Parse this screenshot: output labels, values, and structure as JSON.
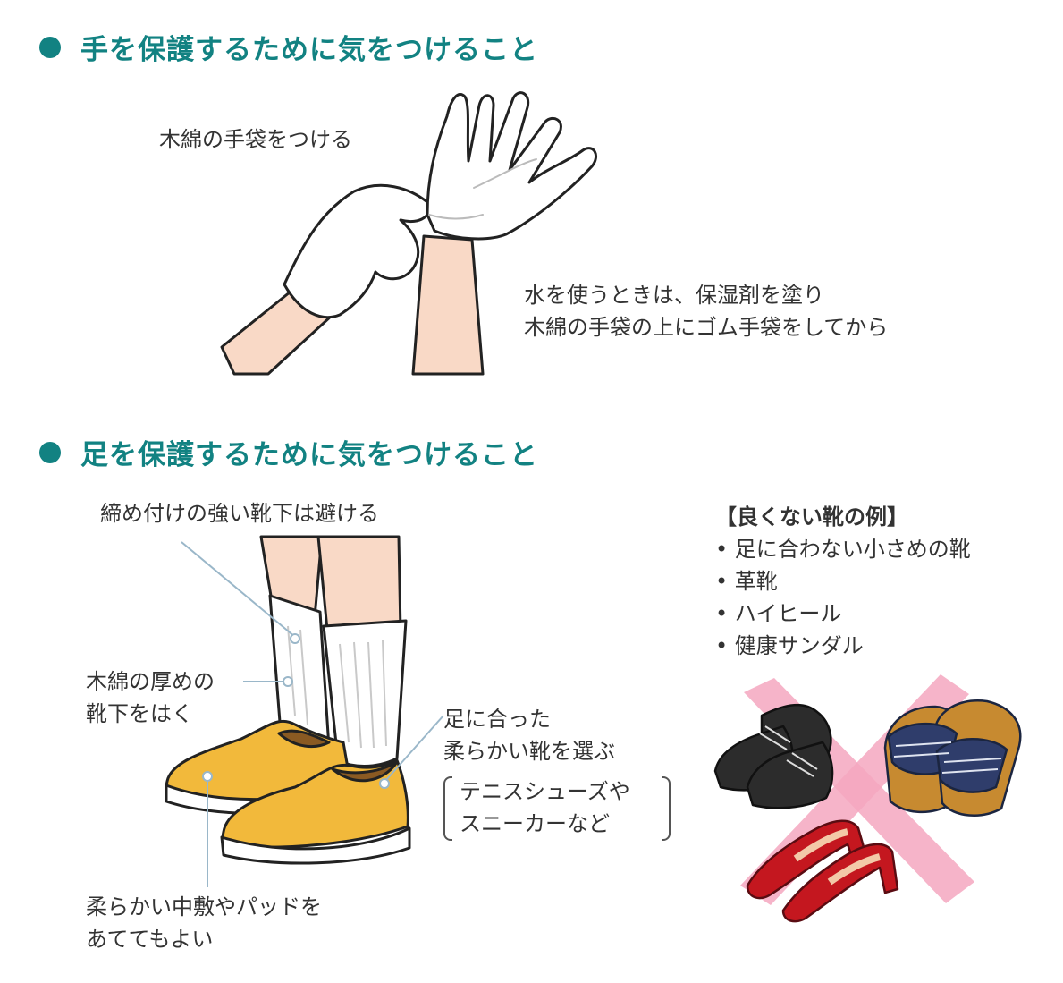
{
  "hand_section": {
    "heading": "手を保護するために気をつけること",
    "label_glove": "木綿の手袋をつける",
    "label_water_line1": "水を使うときは、保湿剤を塗り",
    "label_water_line2": "木綿の手袋の上にゴム手袋をしてから"
  },
  "foot_section": {
    "heading": "足を保護するために気をつけること",
    "label_socks_tight": "締め付けの強い靴下は避ける",
    "label_socks_thick_line1": "木綿の厚めの",
    "label_socks_thick_line2": "靴下をはく",
    "label_shoes_line1": "足に合った",
    "label_shoes_line2": "柔らかい靴を選ぶ",
    "bracket_line1": "テニスシューズや",
    "bracket_line2": "スニーカーなど",
    "label_insole_line1": "柔らかい中敷やパッドを",
    "label_insole_line2": "あててもよい"
  },
  "bad_shoes": {
    "title": "【良くない靴の例】",
    "items": [
      "足に合わない小さめの靴",
      "革靴",
      "ハイヒール",
      "健康サンダル"
    ]
  },
  "colors": {
    "heading": "#128282",
    "skin": "#f9d9c6",
    "glove": "#ffffff",
    "shoe": "#f2b93b",
    "cross": "#f4a7c0",
    "leader_line": "#9ab7c9"
  }
}
